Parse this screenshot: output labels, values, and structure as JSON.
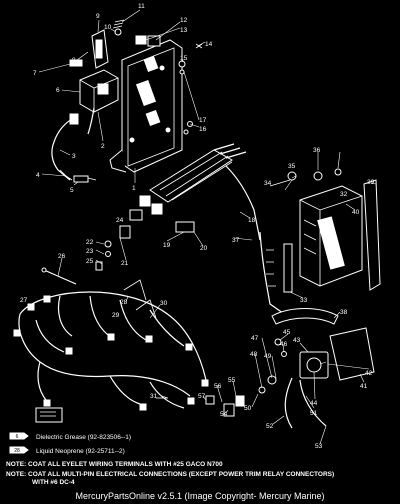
{
  "callouts": [
    "1",
    "2",
    "3",
    "4",
    "5",
    "6",
    "7",
    "8",
    "9",
    "10",
    "11",
    "12",
    "13",
    "14",
    "15",
    "16",
    "17",
    "18",
    "19",
    "20",
    "21",
    "22",
    "23",
    "24",
    "25",
    "26",
    "27",
    "28",
    "29",
    "30",
    "31",
    "32",
    "33",
    "34",
    "35",
    "36",
    "37",
    "38",
    "39",
    "40",
    "41",
    "42",
    "43",
    "44",
    "45",
    "46",
    "47",
    "48",
    "49",
    "50",
    "51",
    "52",
    "53",
    "54",
    "55",
    "56",
    "57"
  ],
  "legend": [
    {
      "code": "6",
      "text": "Dielectric Grease (92-823506--1)"
    },
    {
      "code": "28",
      "text": "Liquid Neoprene (92-25711--2)"
    }
  ],
  "notes": [
    "NOTE: COAT ALL EYELET WIRING TERMINALS WITH #25 GACO N700",
    "NOTE: COAT ALL MULTI-PIN ELECTRICAL CONNECTIONS (EXCEPT POWER TRIM RELAY CONNECTORS)",
    "WITH #6 DC-4"
  ],
  "footer": "MercuryPartsOnline v2.5.1 (Image Copyright- Mercury Marine)"
}
